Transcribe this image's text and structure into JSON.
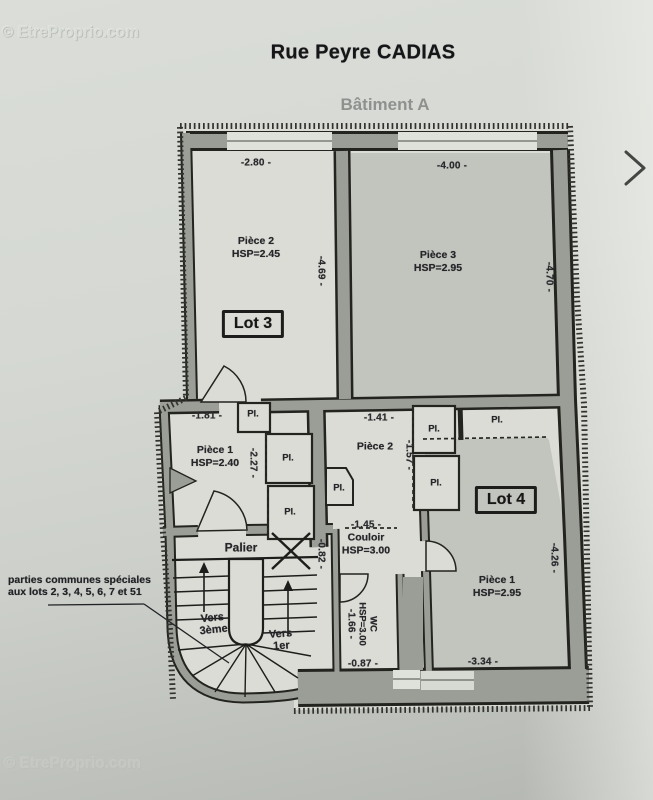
{
  "header": {
    "title": "Rue Peyre CADIAS",
    "subtitle": "Bâtiment A"
  },
  "watermarks": {
    "top_left": "© EtreProprio.com",
    "bottom_left": "© EtreProprio.com"
  },
  "nav": {
    "next_arrow": "›"
  },
  "plan": {
    "lots": {
      "lot3": "Lot 3",
      "lot4": "Lot 4"
    },
    "closet_label": "Pl.",
    "rooms": {
      "piece2_top_left": {
        "name": "Pièce 2",
        "hsp": "HSP=2.45"
      },
      "piece3_top_right": {
        "name": "Pièce 3",
        "hsp": "HSP=2.95"
      },
      "piece1_mid_left": {
        "name": "Pièce 1",
        "hsp": "HSP=2.40"
      },
      "piece2_middle": {
        "name": "Pièce 2"
      },
      "piece1_bottom_right": {
        "name": "Pièce 1",
        "hsp": "HSP=2.95"
      },
      "couloir": {
        "name": "Couloir",
        "hsp": "HSP=3.00"
      },
      "wc": {
        "name": "WC",
        "hsp": "HSP=3.00"
      },
      "palier": {
        "name": "Palier"
      }
    },
    "dimensions": {
      "d280": "-2.80 -",
      "d469": "-4.69 -",
      "d400": "-4.00 -",
      "d470": "-4.70 -",
      "d181": "-1.81 -",
      "d227": "-2.27 -",
      "d141": "-1.41 -",
      "d157": "-1.57 -",
      "d145": "-1.45 -",
      "d082": "-0.82 -",
      "d166": "-1.66 -",
      "d087": "-0.87 -",
      "d334": "-3.34 -",
      "d426": "-4.26 -"
    },
    "stairs": {
      "to_third_l1": "Vers",
      "to_third_l2": "3ème",
      "to_first_l1": "Vers",
      "to_first_l2": "1er"
    },
    "annotation": {
      "line1": "parties communes spéciales",
      "line2": "aux lots 2, 3, 4, 5, 6, 7 et 51"
    }
  }
}
